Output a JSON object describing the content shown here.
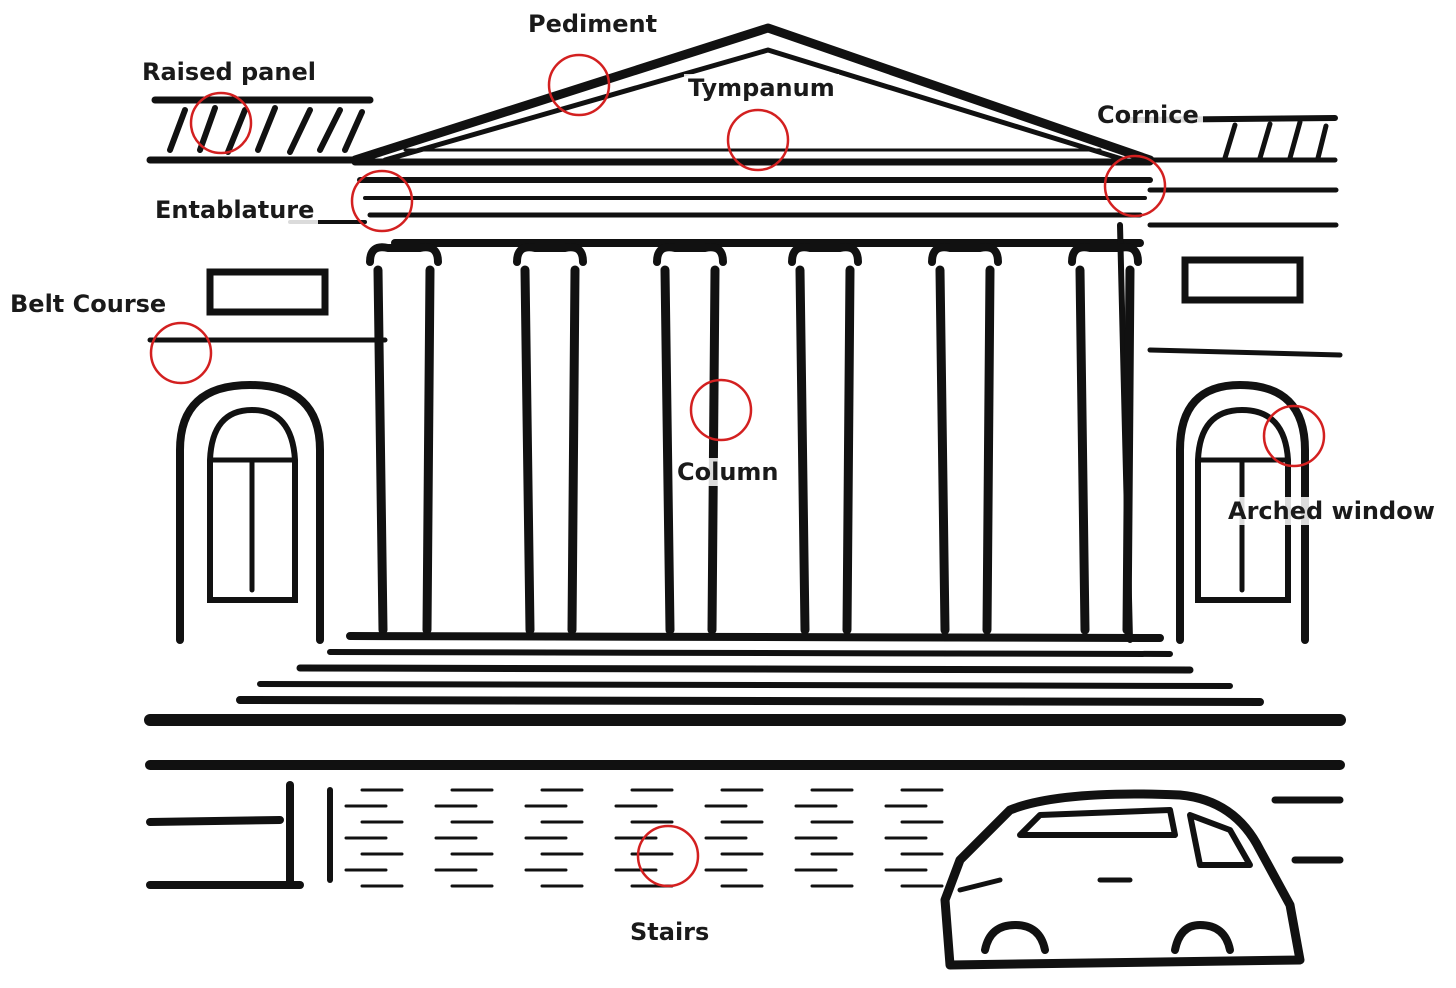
{
  "diagram": {
    "subject": "Neoclassical building facade",
    "marker_color": "#d32020",
    "ink_color": "#111111",
    "labels": {
      "pediment": "Pediment",
      "raised_panel": "Raised panel",
      "tympanum": "Tympanum",
      "cornice": "Cornice",
      "entablature": "Entablature",
      "belt_course": "Belt Course",
      "column": "Column",
      "arched_window": "Arched window",
      "stairs": "Stairs"
    }
  }
}
